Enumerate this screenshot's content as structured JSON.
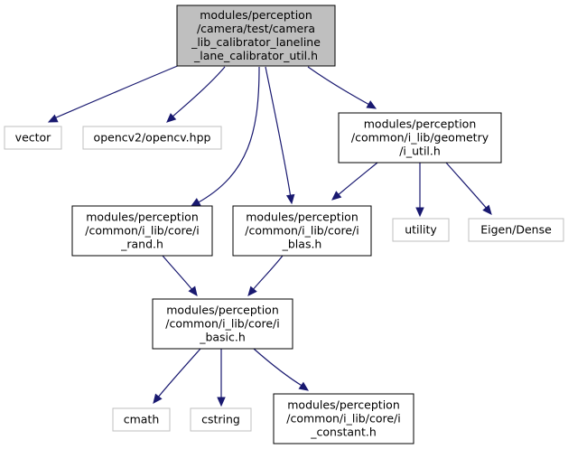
{
  "graph": {
    "nodes": [
      {
        "id": "root",
        "lines": [
          "modules/perception",
          "/camera/test/camera",
          "_lib_calibrator_laneline",
          "_lane_calibrator_util.h"
        ],
        "style": "root"
      },
      {
        "id": "vector",
        "lines": [
          "vector"
        ],
        "style": "ext"
      },
      {
        "id": "opencv",
        "lines": [
          "opencv2/opencv.hpp"
        ],
        "style": "ext"
      },
      {
        "id": "geom",
        "lines": [
          "modules/perception",
          "/common/i_lib/geometry",
          "/i_util.h"
        ],
        "style": "file"
      },
      {
        "id": "rand",
        "lines": [
          "modules/perception",
          "/common/i_lib/core/i",
          "_rand.h"
        ],
        "style": "file"
      },
      {
        "id": "blas",
        "lines": [
          "modules/perception",
          "/common/i_lib/core/i",
          "_blas.h"
        ],
        "style": "file"
      },
      {
        "id": "utility",
        "lines": [
          "utility"
        ],
        "style": "ext"
      },
      {
        "id": "eigen",
        "lines": [
          "Eigen/Dense"
        ],
        "style": "ext"
      },
      {
        "id": "basic",
        "lines": [
          "modules/perception",
          "/common/i_lib/core/i",
          "_basic.h"
        ],
        "style": "file"
      },
      {
        "id": "cmath",
        "lines": [
          "cmath"
        ],
        "style": "ext"
      },
      {
        "id": "cstring",
        "lines": [
          "cstring"
        ],
        "style": "ext"
      },
      {
        "id": "constant",
        "lines": [
          "modules/perception",
          "/common/i_lib/core/i",
          "_constant.h"
        ],
        "style": "file"
      }
    ],
    "edges": [
      {
        "from": "root",
        "to": "vector"
      },
      {
        "from": "root",
        "to": "opencv"
      },
      {
        "from": "root",
        "to": "rand"
      },
      {
        "from": "root",
        "to": "blas"
      },
      {
        "from": "root",
        "to": "geom"
      },
      {
        "from": "geom",
        "to": "blas"
      },
      {
        "from": "geom",
        "to": "utility"
      },
      {
        "from": "geom",
        "to": "eigen"
      },
      {
        "from": "rand",
        "to": "basic"
      },
      {
        "from": "blas",
        "to": "basic"
      },
      {
        "from": "basic",
        "to": "cmath"
      },
      {
        "from": "basic",
        "to": "cstring"
      },
      {
        "from": "basic",
        "to": "constant"
      }
    ]
  }
}
